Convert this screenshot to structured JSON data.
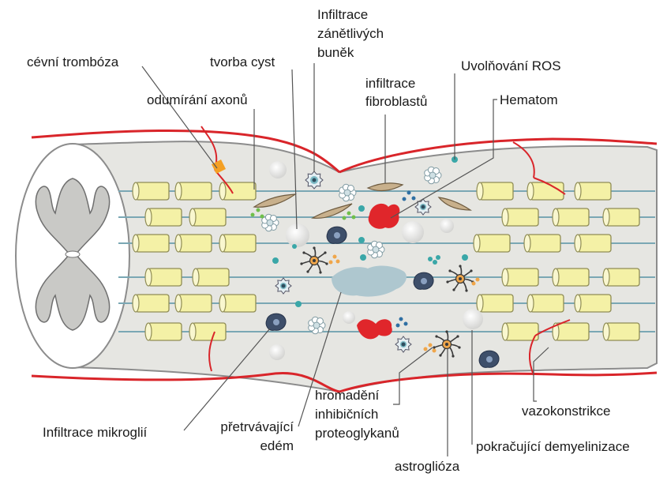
{
  "labels": {
    "cevni_tromboza": "cévní trombóza",
    "tvorba_cyst": "tvorba cyst",
    "odumirani_axonu": "odumírání axonů",
    "infiltrace_zanetlivych": [
      "Infiltrace",
      "zánětlivých",
      "buněk"
    ],
    "infiltrace_fibroblastu": [
      "infiltrace",
      "fibroblastů"
    ],
    "uvolnovani_ros": "Uvolňování ROS",
    "hematom": "Hematom",
    "infiltrace_mikroglii": "Infiltrace mikroglií",
    "pretrvavajici_edem": [
      "přetrvávající",
      "edém"
    ],
    "hromadeni": [
      "hromadění",
      "inhibičních",
      "proteoglykanů"
    ],
    "astroglioza": "astroglióza",
    "pokracujici_demyelinizace": "pokračující demyelinizace",
    "vazokonstrikce": "vazokonstrikce"
  },
  "colors": {
    "cord_fill": "#e6e6e2",
    "cord_outline": "#8c8c8c",
    "myelin": "#f4f1a6",
    "myelin_stroke": "#8f8c55",
    "axon": "#7aa7b4",
    "vessel": "#d9252a",
    "hematoma": "#e0262b",
    "edema": "#aec7cf",
    "microglia": "#3e4f6a",
    "text": "#1a1a1a"
  }
}
